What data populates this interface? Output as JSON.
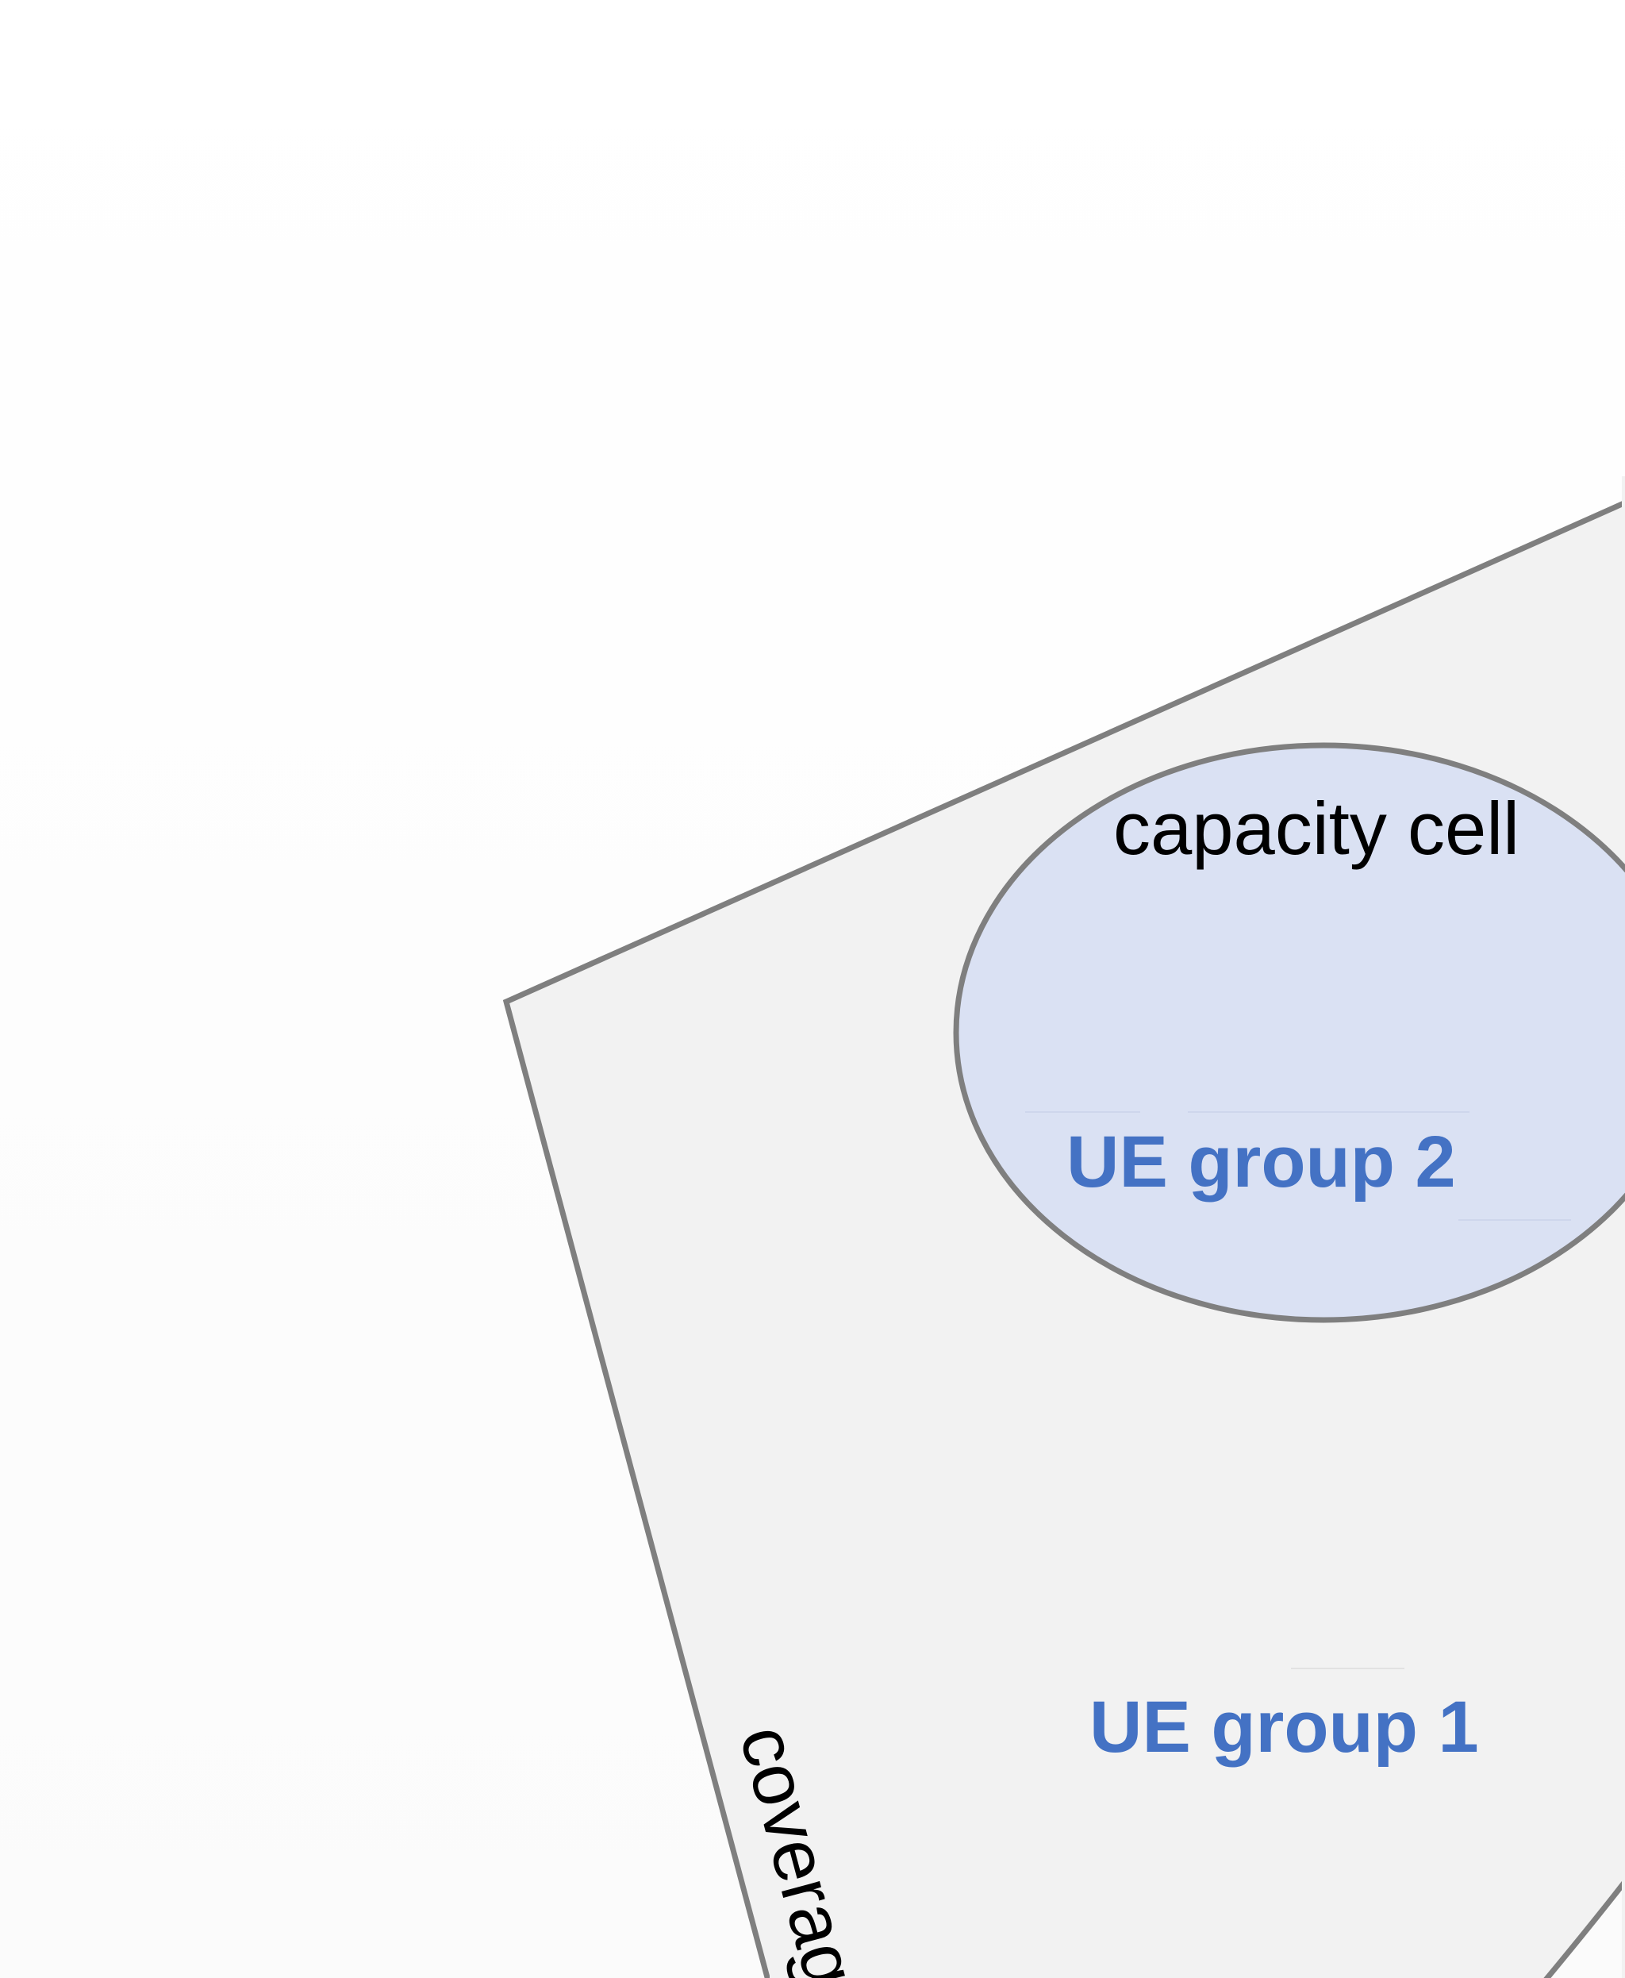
{
  "diagram": {
    "coverage_cell": {
      "label": "coverage",
      "fill": "#f2f2f2",
      "stroke": "#7f7f7f"
    },
    "capacity_cell": {
      "label": "capacity cell",
      "fill": "#dae1f3",
      "stroke": "#7f7f7f"
    },
    "ue_groups": [
      {
        "label": "UE group 2",
        "color": "#4472c4"
      },
      {
        "label": "UE group 1",
        "color": "#4472c4"
      }
    ],
    "text_color": "#000000"
  }
}
